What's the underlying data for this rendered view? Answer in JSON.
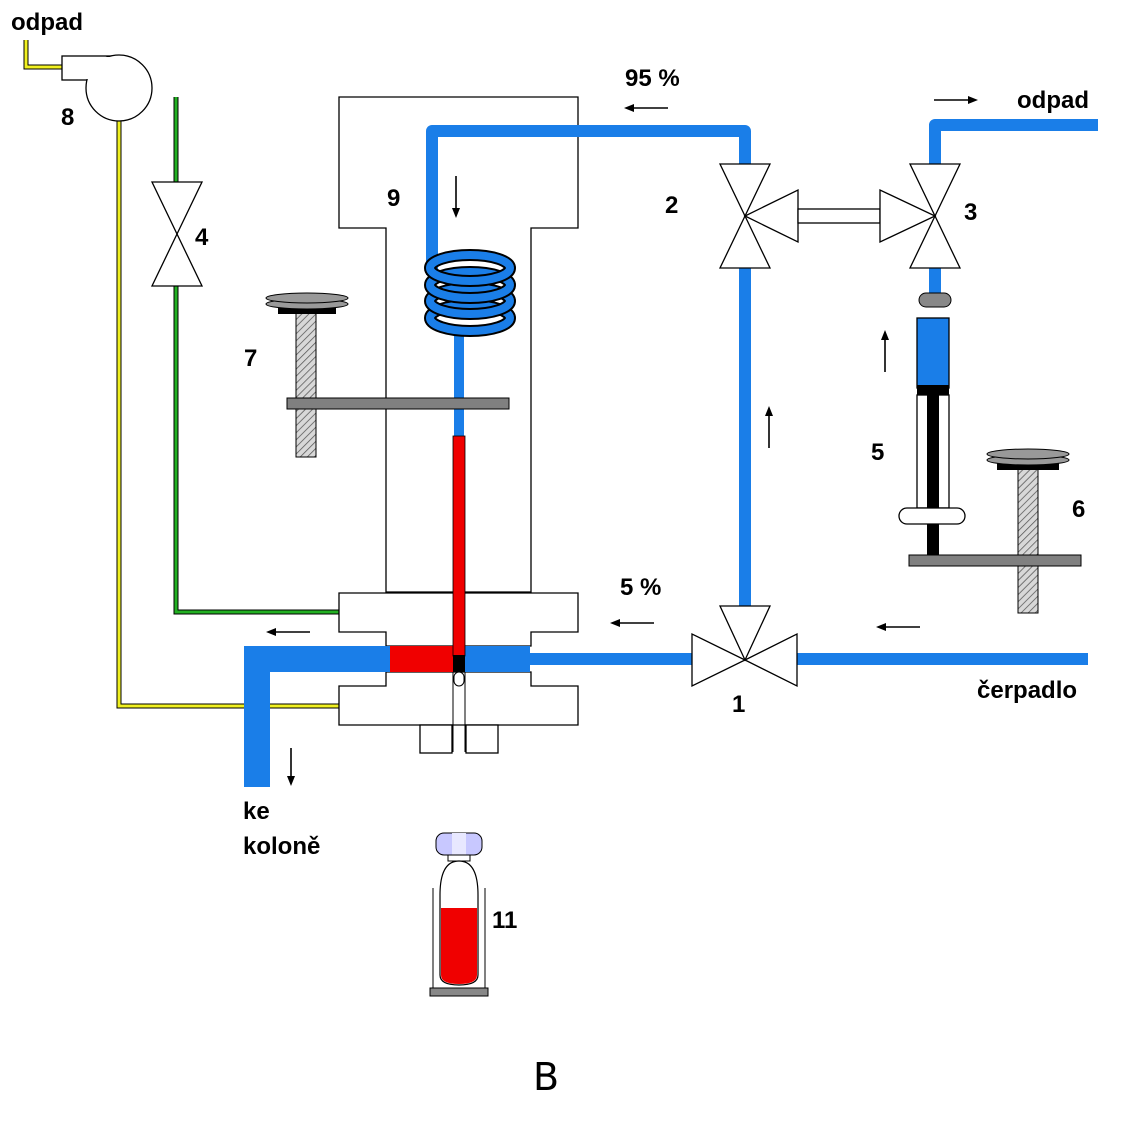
{
  "labels": {
    "waste_top_left": "odpad",
    "waste_top_right": "odpad",
    "percent_95": "95 %",
    "percent_5": "5 %",
    "pump": "čerpadlo",
    "to_column_1": "ke",
    "to_column_2": "koloně",
    "panel_letter": "B"
  },
  "components": {
    "c1": "1",
    "c2": "2",
    "c3": "3",
    "c4": "4",
    "c5": "5",
    "c6": "6",
    "c7": "7",
    "c8": "8",
    "c9": "9",
    "c11": "11"
  },
  "colors": {
    "solvent_line": "#1a7ee8",
    "sample": "#f00000",
    "vacuum_line": "#f0f020",
    "gas_line": "#22b022",
    "support_plate": "#808080"
  }
}
